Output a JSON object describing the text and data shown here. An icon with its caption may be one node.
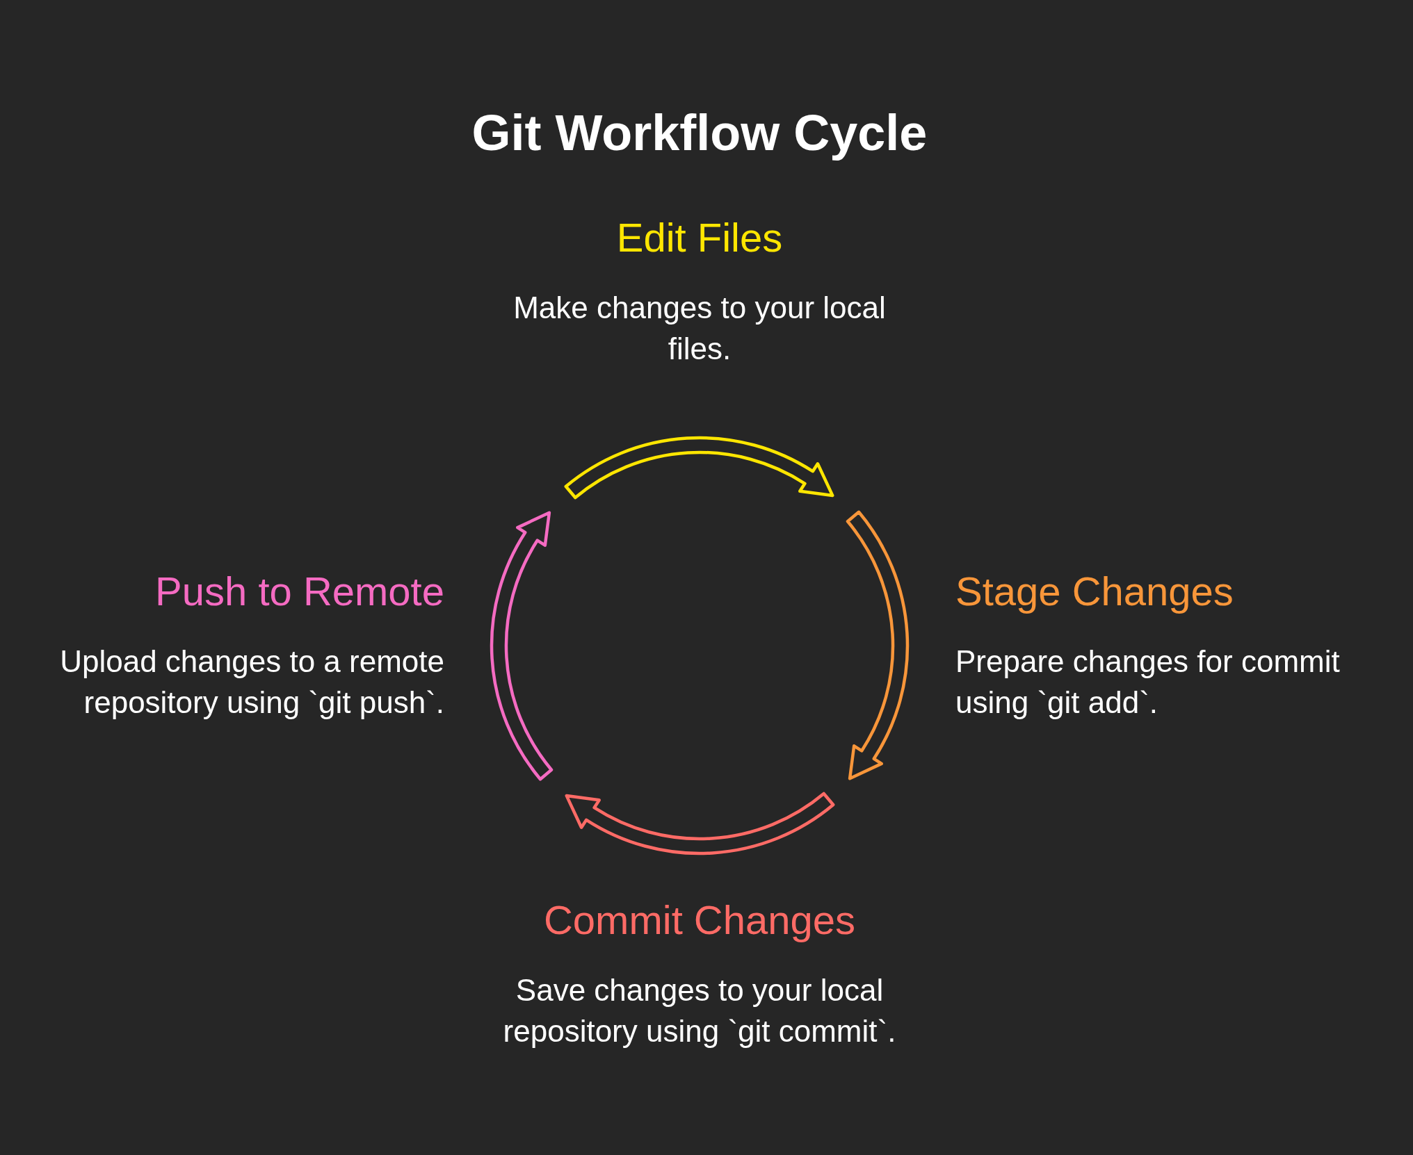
{
  "diagram": {
    "title": "Git Workflow Cycle",
    "nodes": [
      {
        "text": [
          "Edit Files",
          "Make changes to your local files."
        ]
      },
      {
        "text": [
          "Push to Remote",
          "Upload changes to a remote repository using `git push`."
        ]
      },
      {
        "text": [
          "Stage Changes",
          "Prepare changes for commit using `git add`."
        ]
      },
      {
        "text": [
          "Commit Changes",
          "Save changes to your local repository using `git commit`."
        ]
      }
    ]
  }
}
